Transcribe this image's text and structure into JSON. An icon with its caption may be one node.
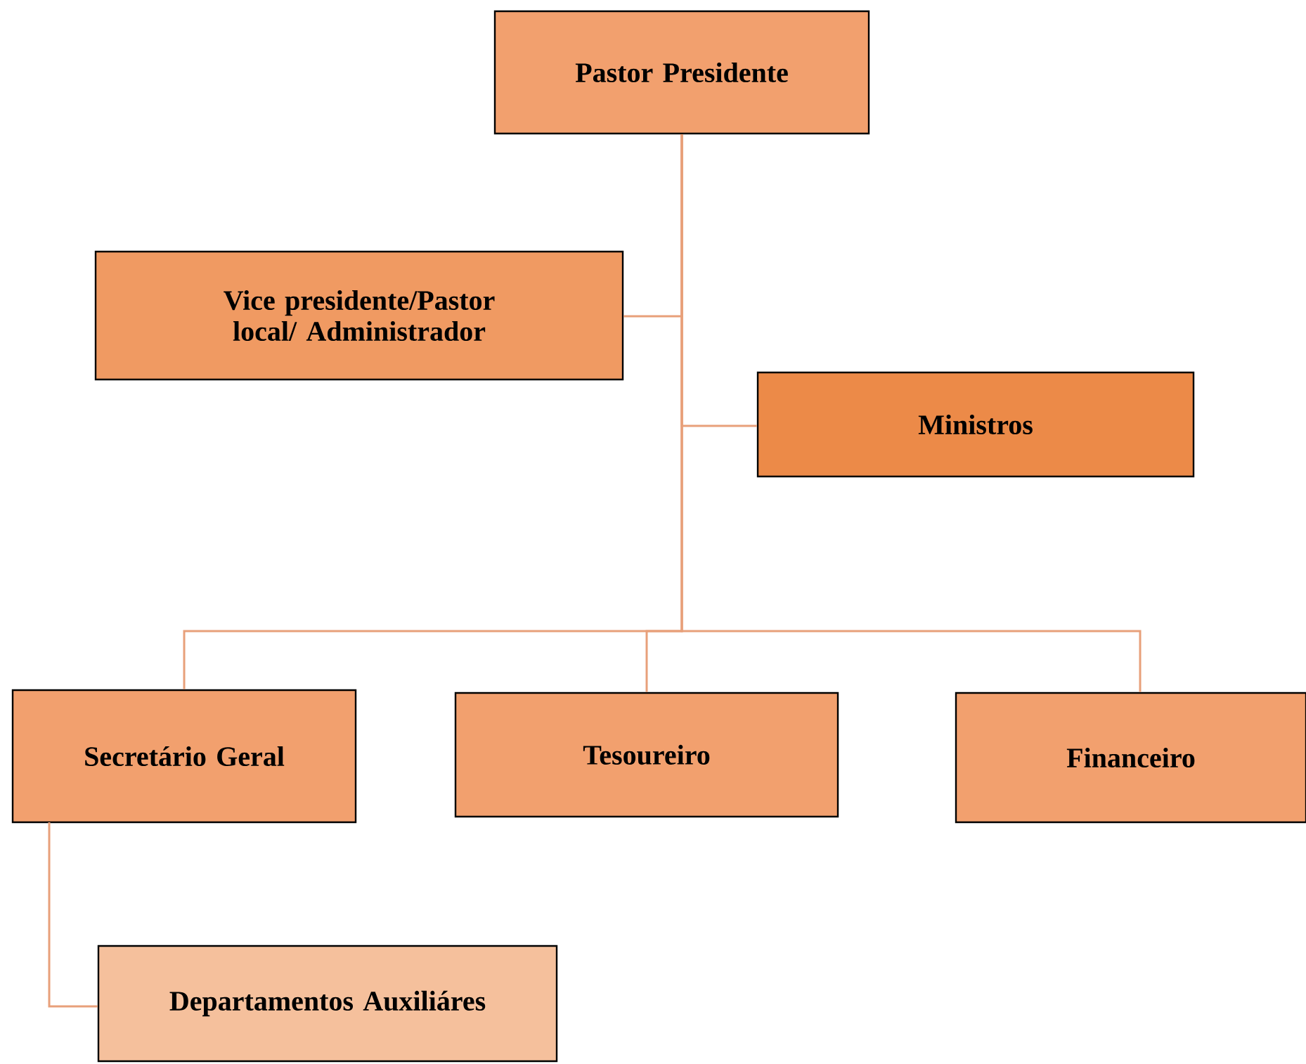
{
  "diagram": {
    "nodes": [
      {
        "text": [
          "Pastor Presidente"
        ]
      },
      {
        "text": [
          "Vice presidente/Pastor local/ Administrador"
        ]
      },
      {
        "text": [
          "Ministros"
        ]
      },
      {
        "text": [
          "Secretário Geral"
        ]
      },
      {
        "text": [
          "Tesoureiro"
        ]
      },
      {
        "text": [
          "Financeiro"
        ]
      },
      {
        "text": [
          "Departamentos Auxiliáres"
        ]
      }
    ],
    "edges": [
      {
        "from": 0,
        "to": 1,
        "arrow": "none"
      },
      {
        "from": 0,
        "to": 2,
        "arrow": "none"
      },
      {
        "from": 0,
        "to": 3,
        "arrow": "none"
      },
      {
        "from": 0,
        "to": 4,
        "arrow": "none"
      },
      {
        "from": 0,
        "to": 5,
        "arrow": "none"
      },
      {
        "from": 3,
        "to": 6,
        "arrow": "none"
      }
    ]
  }
}
